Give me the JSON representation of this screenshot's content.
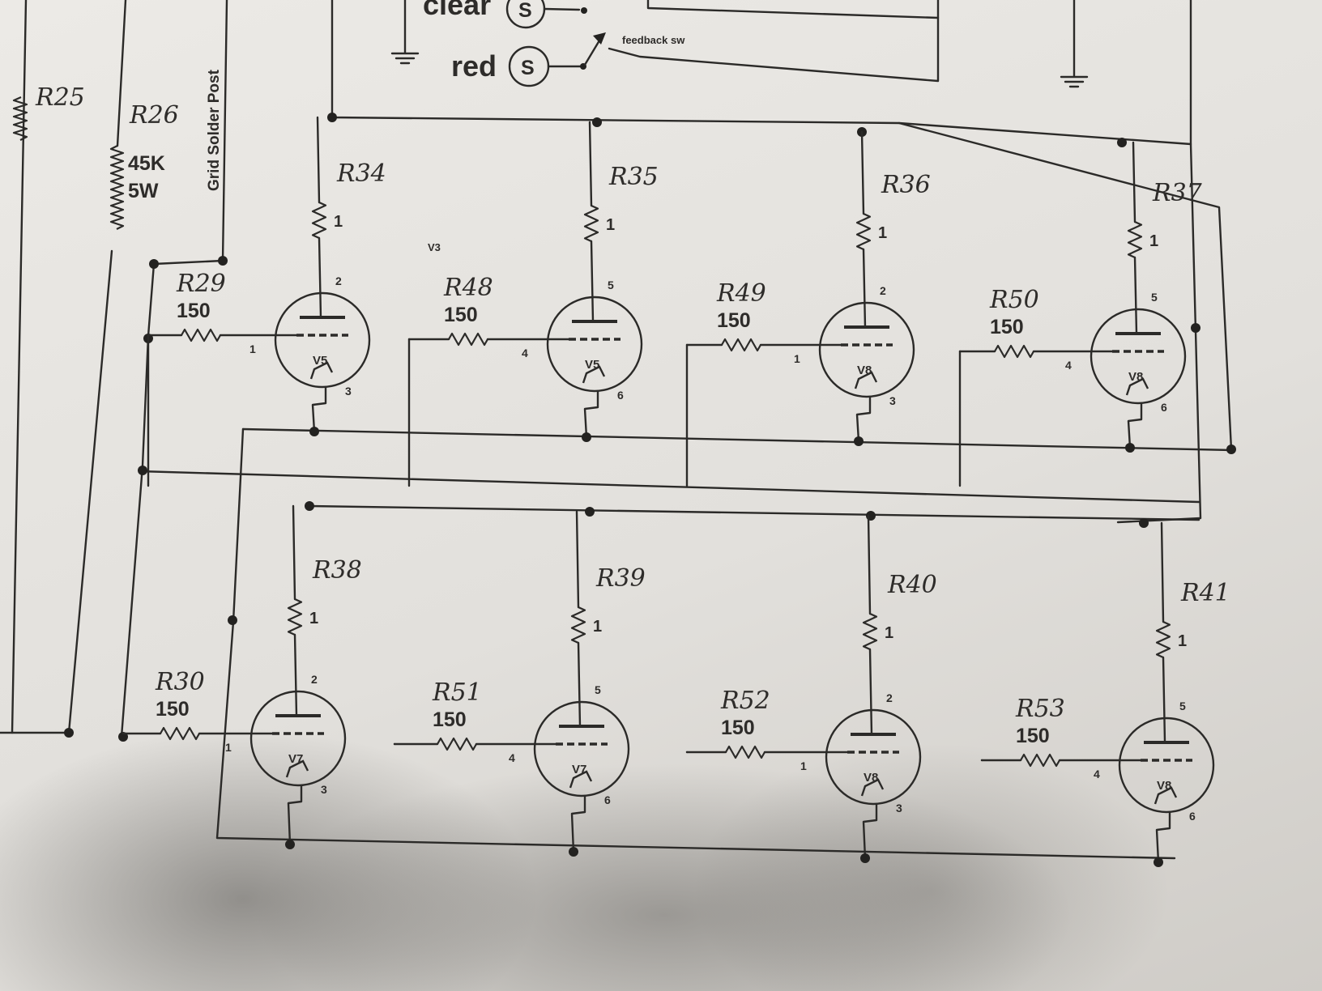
{
  "switches": {
    "clear_label": "clear",
    "red_label": "red",
    "switch_symbol": "S",
    "feedback_label": "feedback sw"
  },
  "side_labels": {
    "r25": "R25",
    "r26": "R26",
    "r26_value": "45K",
    "r26_power": "5W",
    "grid_post": "Grid Solder Post",
    "v3_note": "V3"
  },
  "plate_resistors": [
    {
      "name": "R34",
      "value": "1"
    },
    {
      "name": "R35",
      "value": "1"
    },
    {
      "name": "R36",
      "value": "1"
    },
    {
      "name": "R37",
      "value": "1"
    },
    {
      "name": "R38",
      "value": "1"
    },
    {
      "name": "R39",
      "value": "1"
    },
    {
      "name": "R40",
      "value": "1"
    },
    {
      "name": "R41",
      "value": "1"
    }
  ],
  "grid_resistors": [
    {
      "name": "R29",
      "value": "150"
    },
    {
      "name": "R48",
      "value": "150"
    },
    {
      "name": "R49",
      "value": "150"
    },
    {
      "name": "R50",
      "value": "150"
    },
    {
      "name": "R30",
      "value": "150"
    },
    {
      "name": "R51",
      "value": "150"
    },
    {
      "name": "R52",
      "value": "150"
    },
    {
      "name": "R53",
      "value": "150"
    }
  ],
  "tubes": [
    {
      "label": "V5",
      "plate_pin": "2",
      "grid_pin": "1",
      "cathode_pin": "3"
    },
    {
      "label": "V5",
      "plate_pin": "5",
      "grid_pin": "4",
      "cathode_pin": "6"
    },
    {
      "label": "V8",
      "plate_pin": "2",
      "grid_pin": "1",
      "cathode_pin": "3"
    },
    {
      "label": "V8",
      "plate_pin": "5",
      "grid_pin": "4",
      "cathode_pin": "6"
    },
    {
      "label": "V7",
      "plate_pin": "2",
      "grid_pin": "1",
      "cathode_pin": "3"
    },
    {
      "label": "V7",
      "plate_pin": "5",
      "grid_pin": "4",
      "cathode_pin": "6"
    },
    {
      "label": "V8",
      "plate_pin": "2",
      "grid_pin": "1",
      "cathode_pin": "3"
    },
    {
      "label": "V8",
      "plate_pin": "5",
      "grid_pin": "4",
      "cathode_pin": "6"
    }
  ]
}
